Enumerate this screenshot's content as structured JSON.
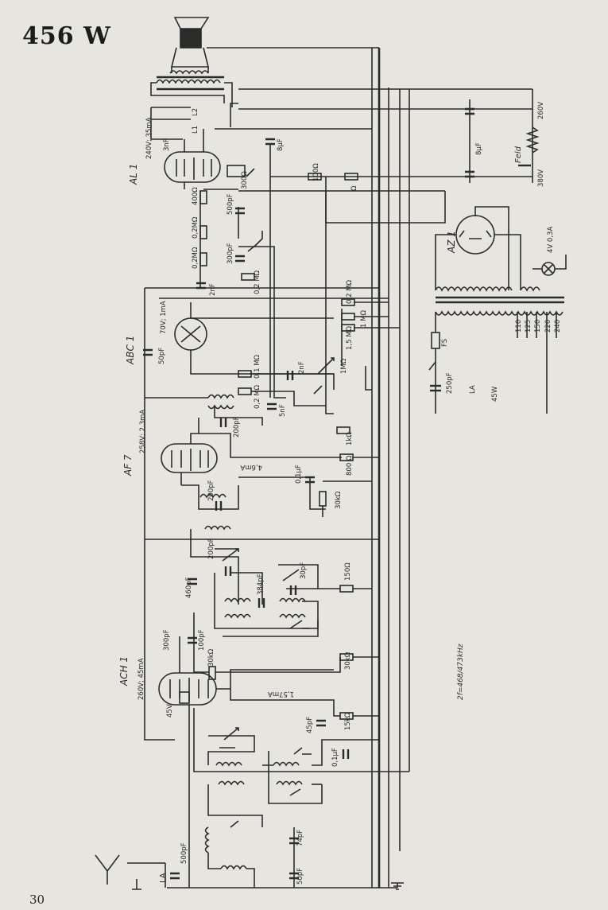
{
  "title": "456 W",
  "page_number": "30",
  "colors": {
    "ink": "#2b2b2b",
    "paper": "#e7e5df"
  },
  "tubes": {
    "al1": {
      "name": "AL 1",
      "rating": "240V; 35mA"
    },
    "abc1": {
      "name": "ABC 1",
      "rating": "70V; 1mA"
    },
    "af7": {
      "name": "AF 7",
      "rating": "258V; 2,3mA"
    },
    "ach1": {
      "name": "ACH 1",
      "rating": "260V; 45mA"
    },
    "az1": {
      "name": "AZ 1"
    }
  },
  "labels": {
    "v260": "260V",
    "v380": "380V",
    "feld": "Feld",
    "cap8uf": "8µF",
    "cap8uf_b": "8µF",
    "lamp": "4V 0,3A",
    "fs": "FS",
    "la_mains": "LA",
    "cap250": "250pF",
    "power": "45W",
    "mains_taps": [
      "110",
      "125",
      "150",
      "220",
      "240"
    ],
    "al1_cap3": "3nF",
    "r300_1": "300Ω",
    "r400_1": "400Ω",
    "c500": "500pF",
    "r02m_1": "0,2MΩ",
    "r02m_2": "0,2MΩ",
    "c300": "300pF",
    "c2nf": "2nF",
    "r02m_3": "0,2 MΩ",
    "r100": "100Ω",
    "r100_2": "Ω",
    "c50pf": "50pF",
    "r02m_4": "0,2 MΩ",
    "r1m": "1 MΩ",
    "r15m": "1,5 MΩ",
    "c2nf_b": "2nF",
    "r1mpot": "1MΩ",
    "r01m": "0,1 MΩ",
    "r02m_5": "0,2 MΩ",
    "c5nf": "5nF",
    "r1k": "1kΩ",
    "c200": "200pF",
    "i6ma": "4,6mA",
    "c01uf": "0,1µF",
    "r800": "800 Ω",
    "r30k": "30kΩ",
    "c200b": "200pF",
    "c200c": "200pF",
    "c460": "460pF",
    "c384": "384pF",
    "c30": "30pF",
    "r150": "150Ω",
    "c300b": "300pF",
    "c100": "100pF",
    "r30k_b": "30kΩ",
    "r30k_c": "30kΩ",
    "i157": "1,57mA",
    "v45": "45V",
    "c45": "45pF",
    "r15k": "15kΩ",
    "c01uf_b": "0,1µF",
    "if_freq": "2f=468/473kHz",
    "c74": "74pF",
    "c50": "50pF",
    "c500b": "500pF",
    "la": "LA",
    "l1": "L1",
    "l2": "L2"
  }
}
